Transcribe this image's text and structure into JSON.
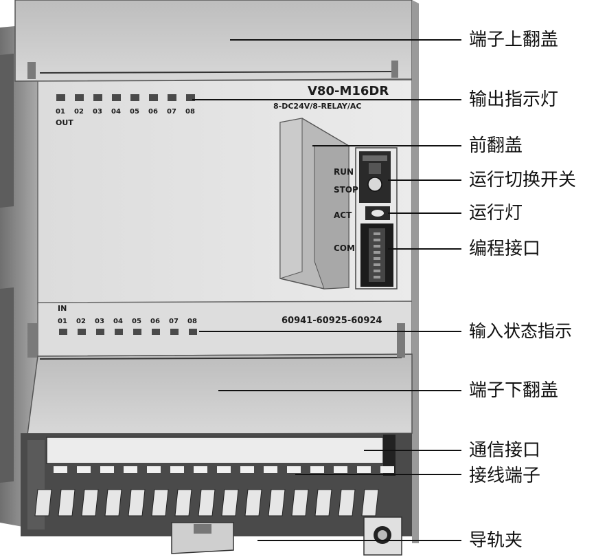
{
  "device": {
    "model": "V80-M16DR",
    "spec": "8-DC24V/8-RELAY/AC",
    "standards": "60941-60925-60924",
    "out_label": "OUT",
    "in_label": "IN",
    "out_channels": [
      "01",
      "02",
      "03",
      "04",
      "05",
      "06",
      "07",
      "08"
    ],
    "in_channels": [
      "01",
      "02",
      "03",
      "04",
      "05",
      "06",
      "07",
      "08"
    ],
    "run_label": "RUN",
    "stop_label": "STOP",
    "act_label": "ACT",
    "com_label": "COM"
  },
  "callouts": [
    {
      "id": "top-terminal-cover",
      "text": "端子上翻盖"
    },
    {
      "id": "output-indicator",
      "text": "输出指示灯"
    },
    {
      "id": "front-cover",
      "text": "前翻盖"
    },
    {
      "id": "run-switch",
      "text": "运行切换开关"
    },
    {
      "id": "run-light",
      "text": "运行灯"
    },
    {
      "id": "program-port",
      "text": "编程接口"
    },
    {
      "id": "input-status",
      "text": "输入状态指示"
    },
    {
      "id": "bottom-terminal-cover",
      "text": "端子下翻盖"
    },
    {
      "id": "comm-port",
      "text": "通信接口"
    },
    {
      "id": "wiring-terminal",
      "text": "接线端子"
    },
    {
      "id": "din-clip",
      "text": "导轨夹"
    }
  ],
  "colors": {
    "body": "#e4e4e4",
    "cover": "#cfcfcf",
    "shadow": "#8a8a8a",
    "dark": "#2a2a2a",
    "line": "#111111"
  }
}
